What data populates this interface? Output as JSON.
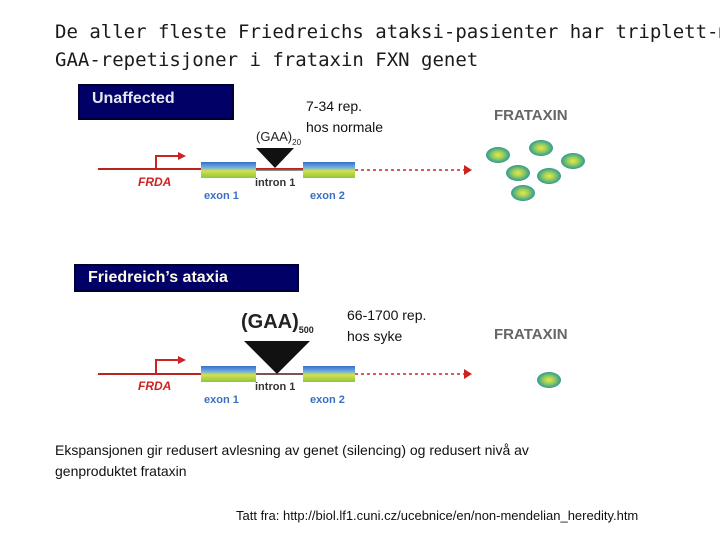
{
  "slide": {
    "title_line1": "De aller fleste Friedreichs ataksi-pasienter har triplett-mutasjon m",
    "title_line2": "GAA-repetisjoner i frataxin FXN genet",
    "caption_line1": "Ekspansjonen gir redusert avlesning av genet (silencing) og redusert nivå av",
    "caption_line2": "genproduktet frataxin",
    "source": "Tatt fra: http://biol.lf1.cuni.cz/ucebnice/en/non-mendelian_heredity.htm"
  },
  "unaffected": {
    "label": "Unaffected",
    "repeat_main": "(GAA)",
    "repeat_sub": "20",
    "note_line1": "7-34 rep.",
    "note_line2": "hos normale",
    "gene": "FRDA",
    "exon1": "exon 1",
    "intron1": "intron 1",
    "exon2": "exon 2",
    "protein": "FRATAXIN"
  },
  "affected": {
    "label": "Friedreich’s ataxia",
    "repeat_main": "(GAA)",
    "repeat_sub": "500",
    "note_line1": "66-1700 rep.",
    "note_line2": "hos syke",
    "gene": "FRDA",
    "exon1": "exon 1",
    "intron1": "intron 1",
    "exon2": "exon 2",
    "protein": "FRATAXIN"
  },
  "colors": {
    "label_bg": "#000066",
    "gene_red": "#cc2222",
    "exon_blue": "#3a6fc4",
    "exon_green": "#8cc63f",
    "protein_teal": "#3aa89a",
    "protein_core": "#c8d84a"
  }
}
